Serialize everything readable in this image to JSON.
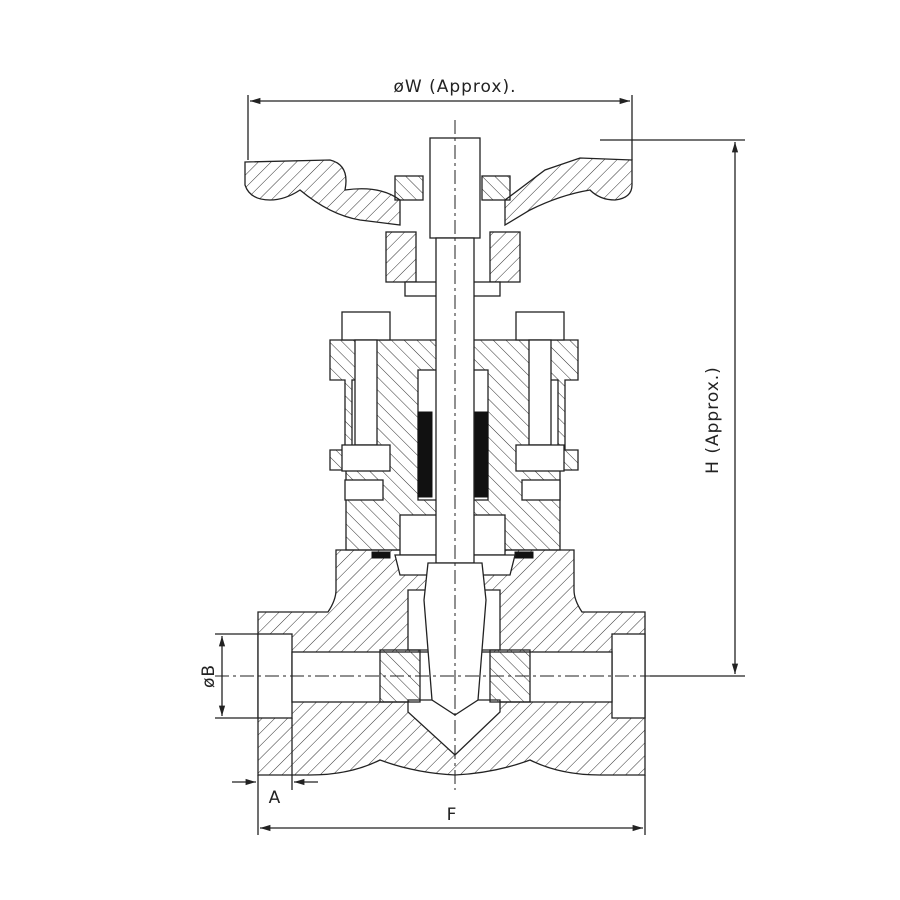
{
  "drawing": {
    "dimension_labels": {
      "handwheel_diameter": "øW  (Approx).",
      "height": "H  (Approx.)",
      "bore_diameter": "øB",
      "socket_depth": "A",
      "face_to_face": "F"
    }
  }
}
